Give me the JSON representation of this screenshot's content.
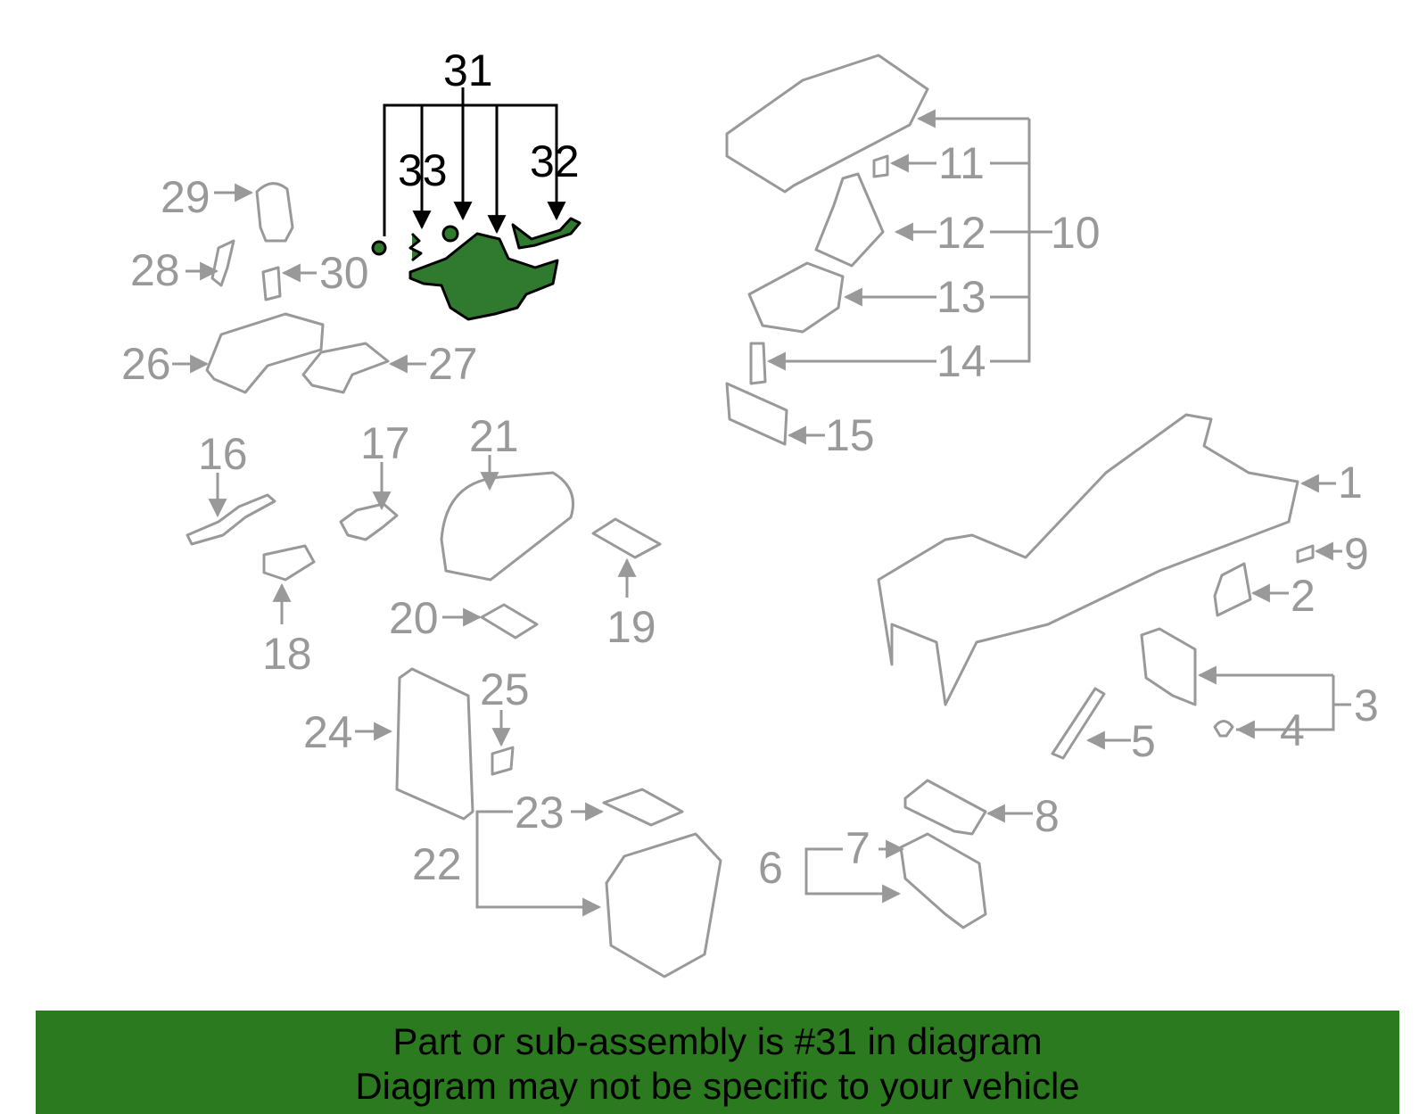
{
  "diagram": {
    "highlight_color": "#2f7a2f",
    "banner_color": "#2b7a1f",
    "callouts": {
      "c1": "1",
      "c2": "2",
      "c3": "3",
      "c4": "4",
      "c5": "5",
      "c6": "6",
      "c7": "7",
      "c8": "8",
      "c9": "9",
      "c10": "10",
      "c11": "11",
      "c12": "12",
      "c13": "13",
      "c14": "14",
      "c15": "15",
      "c16": "16",
      "c17": "17",
      "c18": "18",
      "c19": "19",
      "c20": "20",
      "c21": "21",
      "c22": "22",
      "c23": "23",
      "c24": "24",
      "c25": "25",
      "c26": "26",
      "c27": "27",
      "c28": "28",
      "c29": "29",
      "c30": "30",
      "c31": "31",
      "c32": "32",
      "c33": "33"
    },
    "highlighted_part": "31"
  },
  "banner": {
    "line1": "Part or sub-assembly is #31 in diagram",
    "line2": "Diagram may not be specific to your vehicle"
  }
}
